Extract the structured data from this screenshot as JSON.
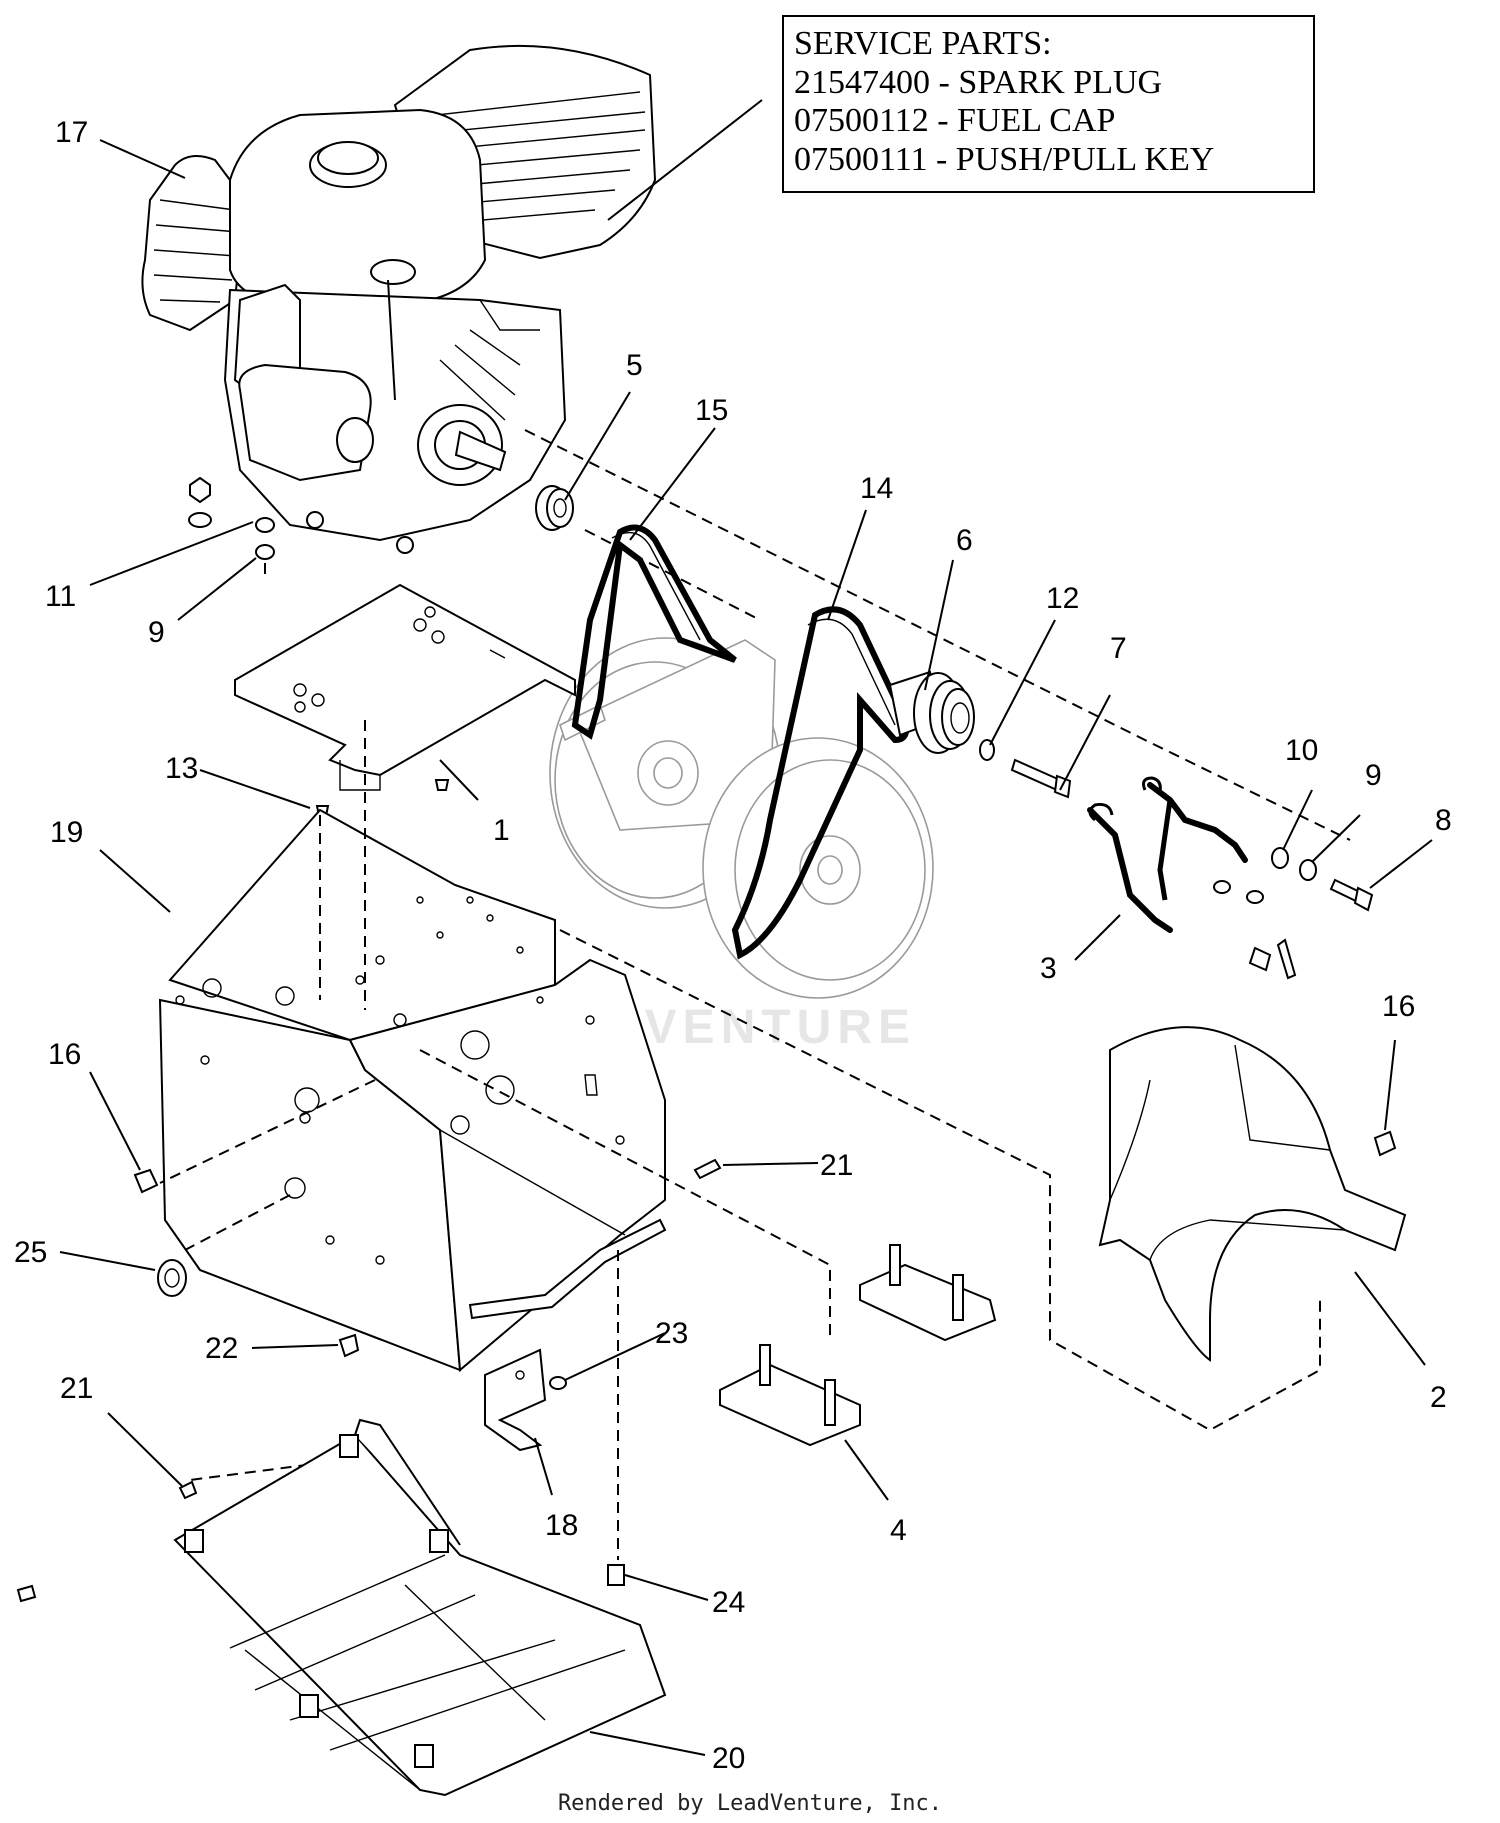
{
  "service_parts": {
    "heading": "SERVICE PARTS:",
    "lines": [
      "21547400 - SPARK PLUG",
      "07500112 - FUEL CAP",
      "07500111 - PUSH/PULL KEY"
    ]
  },
  "callouts": {
    "c17": "17",
    "c5": "5",
    "c15": "15",
    "c14": "14",
    "c6": "6",
    "c12": "12",
    "c7": "7",
    "c11": "11",
    "c9a": "9",
    "c13": "13",
    "c1": "1",
    "c10": "10",
    "c9b": "9",
    "c8": "8",
    "c19": "19",
    "c3": "3",
    "c16a": "16",
    "c16b": "16",
    "c21a": "21",
    "c25": "25",
    "c22": "22",
    "c23": "23",
    "c2": "2",
    "c21b": "21",
    "c18": "18",
    "c4": "4",
    "c24": "24",
    "c20": "20"
  },
  "watermark": "LEADVENTURE",
  "footer": "Rendered by LeadVenture, Inc."
}
